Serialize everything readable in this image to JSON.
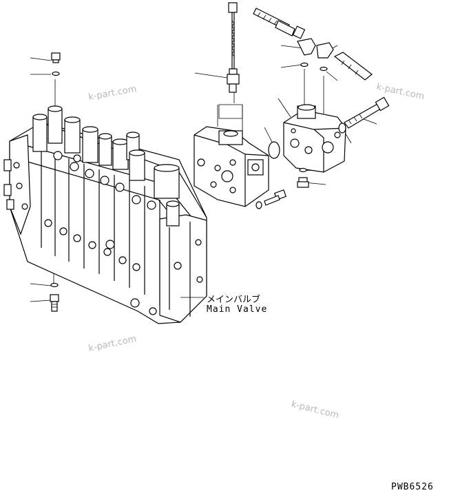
{
  "label": {
    "jp": "メインバルブ",
    "en": "Main Valve"
  },
  "code": "PWB6526",
  "watermarks": [
    "k-part.com",
    "k-part.com",
    "k-part.com",
    "k-part.com"
  ]
}
